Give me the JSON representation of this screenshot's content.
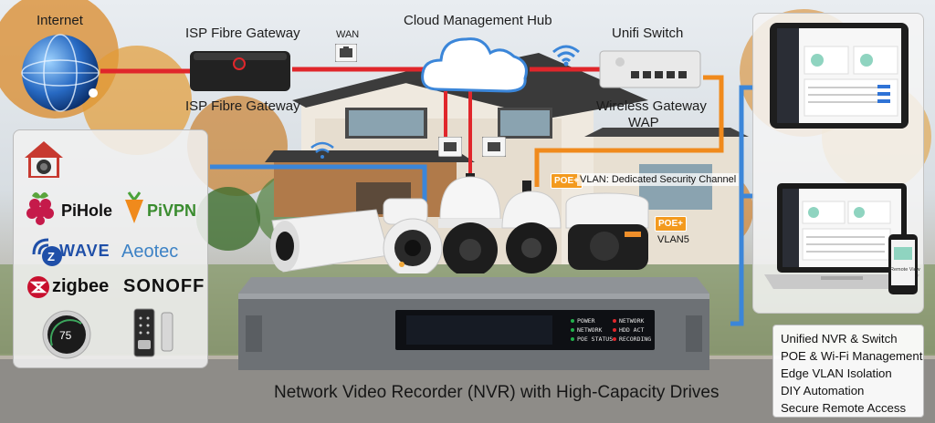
{
  "labels": {
    "internet": "Internet",
    "isp_top": "ISP Fibre Gateway",
    "isp_bottom": "ISP Fibre Gateway",
    "wan": "WAN",
    "cloud": "Cloud Management Hub",
    "switch": "Unifi Switch",
    "wap_line1": "Wireless Gateway",
    "wap_line2": "WAP",
    "vlan_channel": "VLAN: Dedicated Security Channel",
    "vlan5": "VLAN5",
    "poe": "POE+",
    "nvr_caption": "Network Video Recorder (NVR) with High-Capacity Drives"
  },
  "integrations": {
    "pihole": "PiHole",
    "pivpn": "PiVPN",
    "zwave": "WAVE",
    "zwave_letter": "Z",
    "aeotec": "Aeotec",
    "zigbee": "zigbee",
    "sonoff": "SONOFF",
    "thermostat": "75"
  },
  "devices": {
    "phone_label": "Remote View"
  },
  "nvr_leds": {
    "left": [
      "POWER",
      "NETWORK",
      "POE STATUS"
    ],
    "right": [
      "NETWORK",
      "HDD ACT",
      "RECORDING"
    ]
  },
  "features": [
    "Unified NVR & Switch",
    "POE & Wi-Fi Management",
    "Edge VLAN Isolation",
    "DIY Automation",
    "Secure Remote Access"
  ],
  "colors": {
    "wan_line": "#e0262b",
    "lan_line": "#3b86d9",
    "poe_line": "#f08a1c",
    "accent_green": "#22b04b"
  },
  "icons": [
    "globe-icon",
    "camera-home-icon",
    "raspberry-pi-icon",
    "carrot-icon",
    "zwave-icon",
    "zigbee-icon",
    "wifi-icon",
    "ethernet-port-icon",
    "cloud-icon",
    "thermostat-icon",
    "smart-lock-icon"
  ]
}
